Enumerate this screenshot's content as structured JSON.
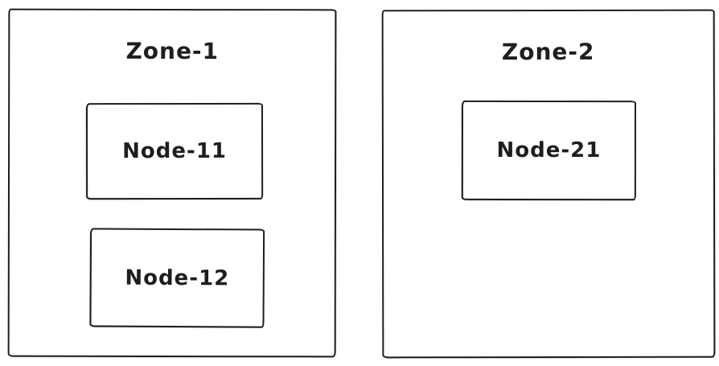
{
  "canvas": {
    "background_color": "#ffffff",
    "stroke_color": "#1e1e1e",
    "style": "hand-drawn sketch diagram"
  },
  "zones": [
    {
      "label": "Zone-1",
      "nodes": [
        {
          "label": "Node-11"
        },
        {
          "label": "Node-12"
        }
      ]
    },
    {
      "label": "Zone-2",
      "nodes": [
        {
          "label": "Node-21"
        }
      ]
    }
  ]
}
